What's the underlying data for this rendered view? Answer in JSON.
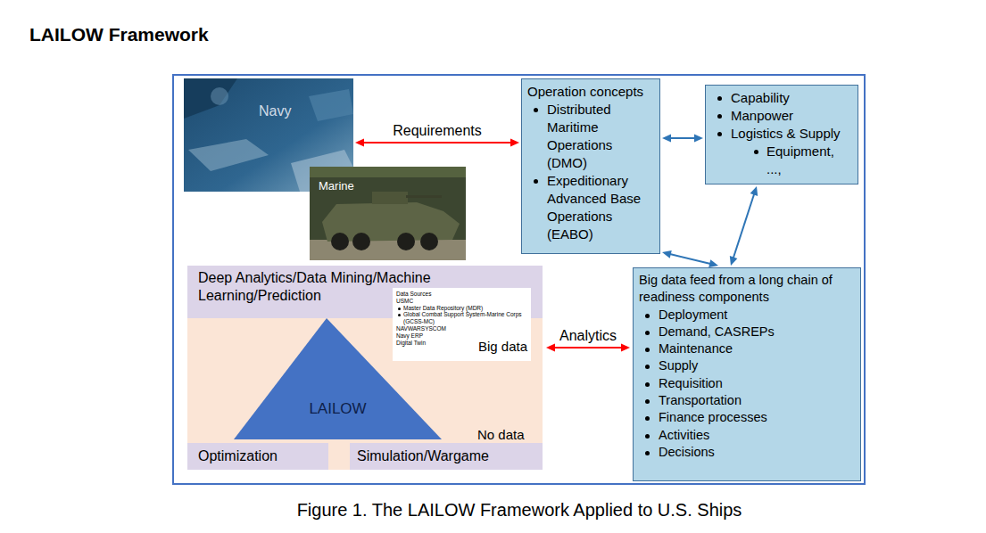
{
  "diagram": {
    "title": "LAILOW Framework",
    "caption": "Figure 1. The LAILOW Framework Applied to U.S. Ships",
    "nodes": [
      {
        "text": [
          "Navy"
        ]
      },
      {
        "text": [
          "Operation concepts",
          "Distributed Maritime Operations (DMO)",
          "Expeditionary Advanced Base Operations (EABO)"
        ]
      },
      {
        "text": [
          "Capability",
          "Manpower",
          "Logistics & Supply",
          "Equipment, ...,"
        ]
      },
      {
        "text": [
          "Marine"
        ]
      },
      {
        "text": [
          "No data"
        ]
      },
      {
        "text": [
          "Deep Analytics/Data Mining/Machine Learning/Prediction"
        ],
        "in": 4
      },
      {
        "text": [
          "Data Sources",
          "USMC",
          "Master Data Repository (MDR)",
          "Global Combat Support System-Marine Corps (GCSS-MC)",
          "NAVWARSYSCOM",
          "Navy ERP",
          "Digital Twin",
          "Big data"
        ],
        "in": 4
      },
      {
        "text": [
          "LAILOW"
        ],
        "in": 4
      },
      {
        "text": [
          "Optimization"
        ],
        "in": 4
      },
      {
        "text": [
          "Simulation/Wargame"
        ],
        "in": 4
      },
      {
        "text": [
          "Big data feed from a long chain of readiness components",
          "Deployment",
          "Demand, CASREPs",
          "Maintenance",
          "Supply",
          "Requisition",
          "Transportation",
          "Finance processes",
          "Activities",
          "Decisions"
        ]
      }
    ],
    "edges": [
      {
        "from": 0,
        "to": 1,
        "arrow": "both",
        "label": "Requirements"
      },
      {
        "from": 1,
        "to": 2,
        "arrow": "both"
      },
      {
        "from": 1,
        "to": 10,
        "arrow": "both"
      },
      {
        "from": 2,
        "to": 10,
        "arrow": "both"
      },
      {
        "from": 4,
        "to": 10,
        "arrow": "both",
        "label": "Analytics"
      }
    ]
  }
}
